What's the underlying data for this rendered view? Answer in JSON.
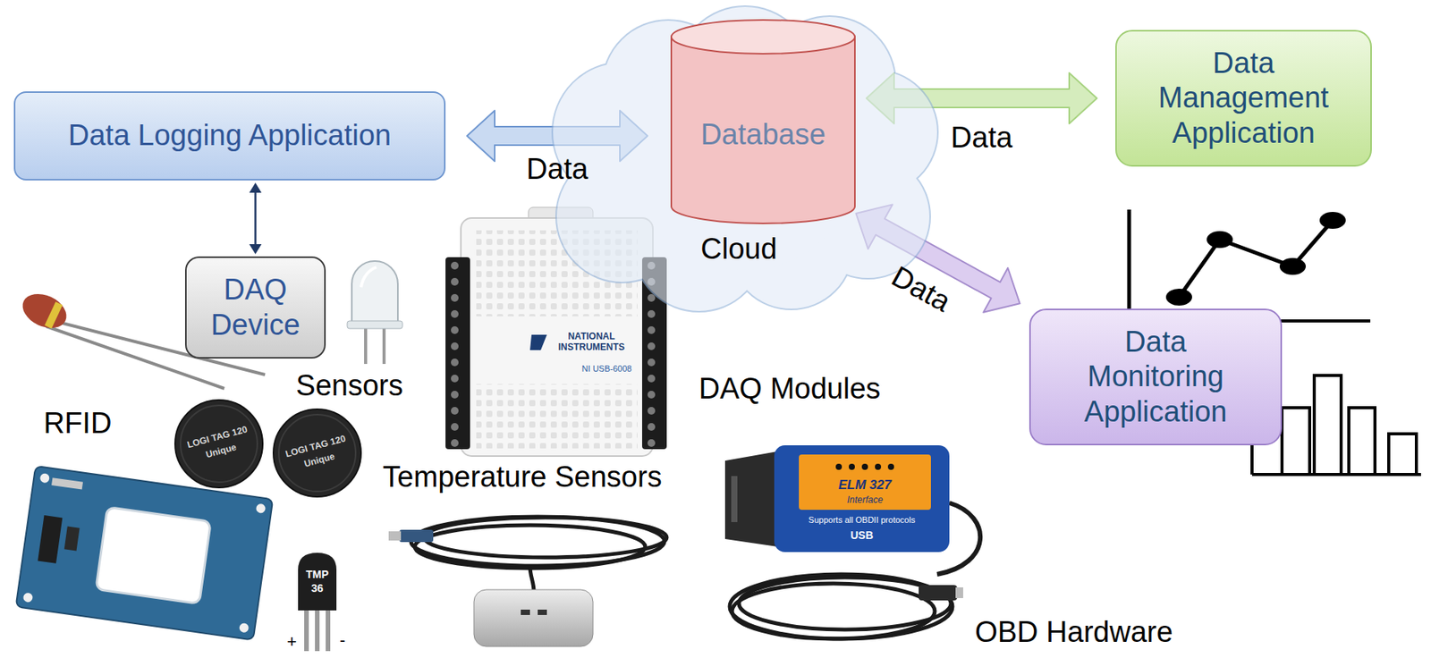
{
  "diagram": {
    "nodes": [
      {
        "text": [
          "Data Logging Application"
        ]
      },
      {
        "text": [
          "DAQ Device"
        ]
      },
      {
        "text": [
          "Cloud"
        ]
      },
      {
        "text": [
          "Database"
        ],
        "in": 2
      },
      {
        "text": [
          "Data Management Application"
        ]
      },
      {
        "text": [
          "Data Monitoring Application"
        ]
      }
    ],
    "edges": [
      {
        "from": 0,
        "to": 3,
        "label": "Data",
        "arrow": "both"
      },
      {
        "from": 0,
        "to": 1,
        "arrow": "both"
      },
      {
        "from": 3,
        "to": 4,
        "label": "Data",
        "arrow": "both"
      },
      {
        "from": 3,
        "to": 5,
        "label": "Data",
        "arrow": "both"
      }
    ],
    "labels": [
      "Sensors",
      "RFID",
      "Temperature Sensors",
      "DAQ Modules",
      "OBD Hardware",
      "NATIONAL INSTRUMENTS",
      "NI USB-6008",
      "LOGI TAG 120",
      "Unique",
      "LOGI TAG 120",
      "Unique",
      "TMP",
      "36",
      "+",
      "-",
      "ELM 327",
      "Interface",
      "Supports all OBDII protocols",
      "USB"
    ]
  }
}
